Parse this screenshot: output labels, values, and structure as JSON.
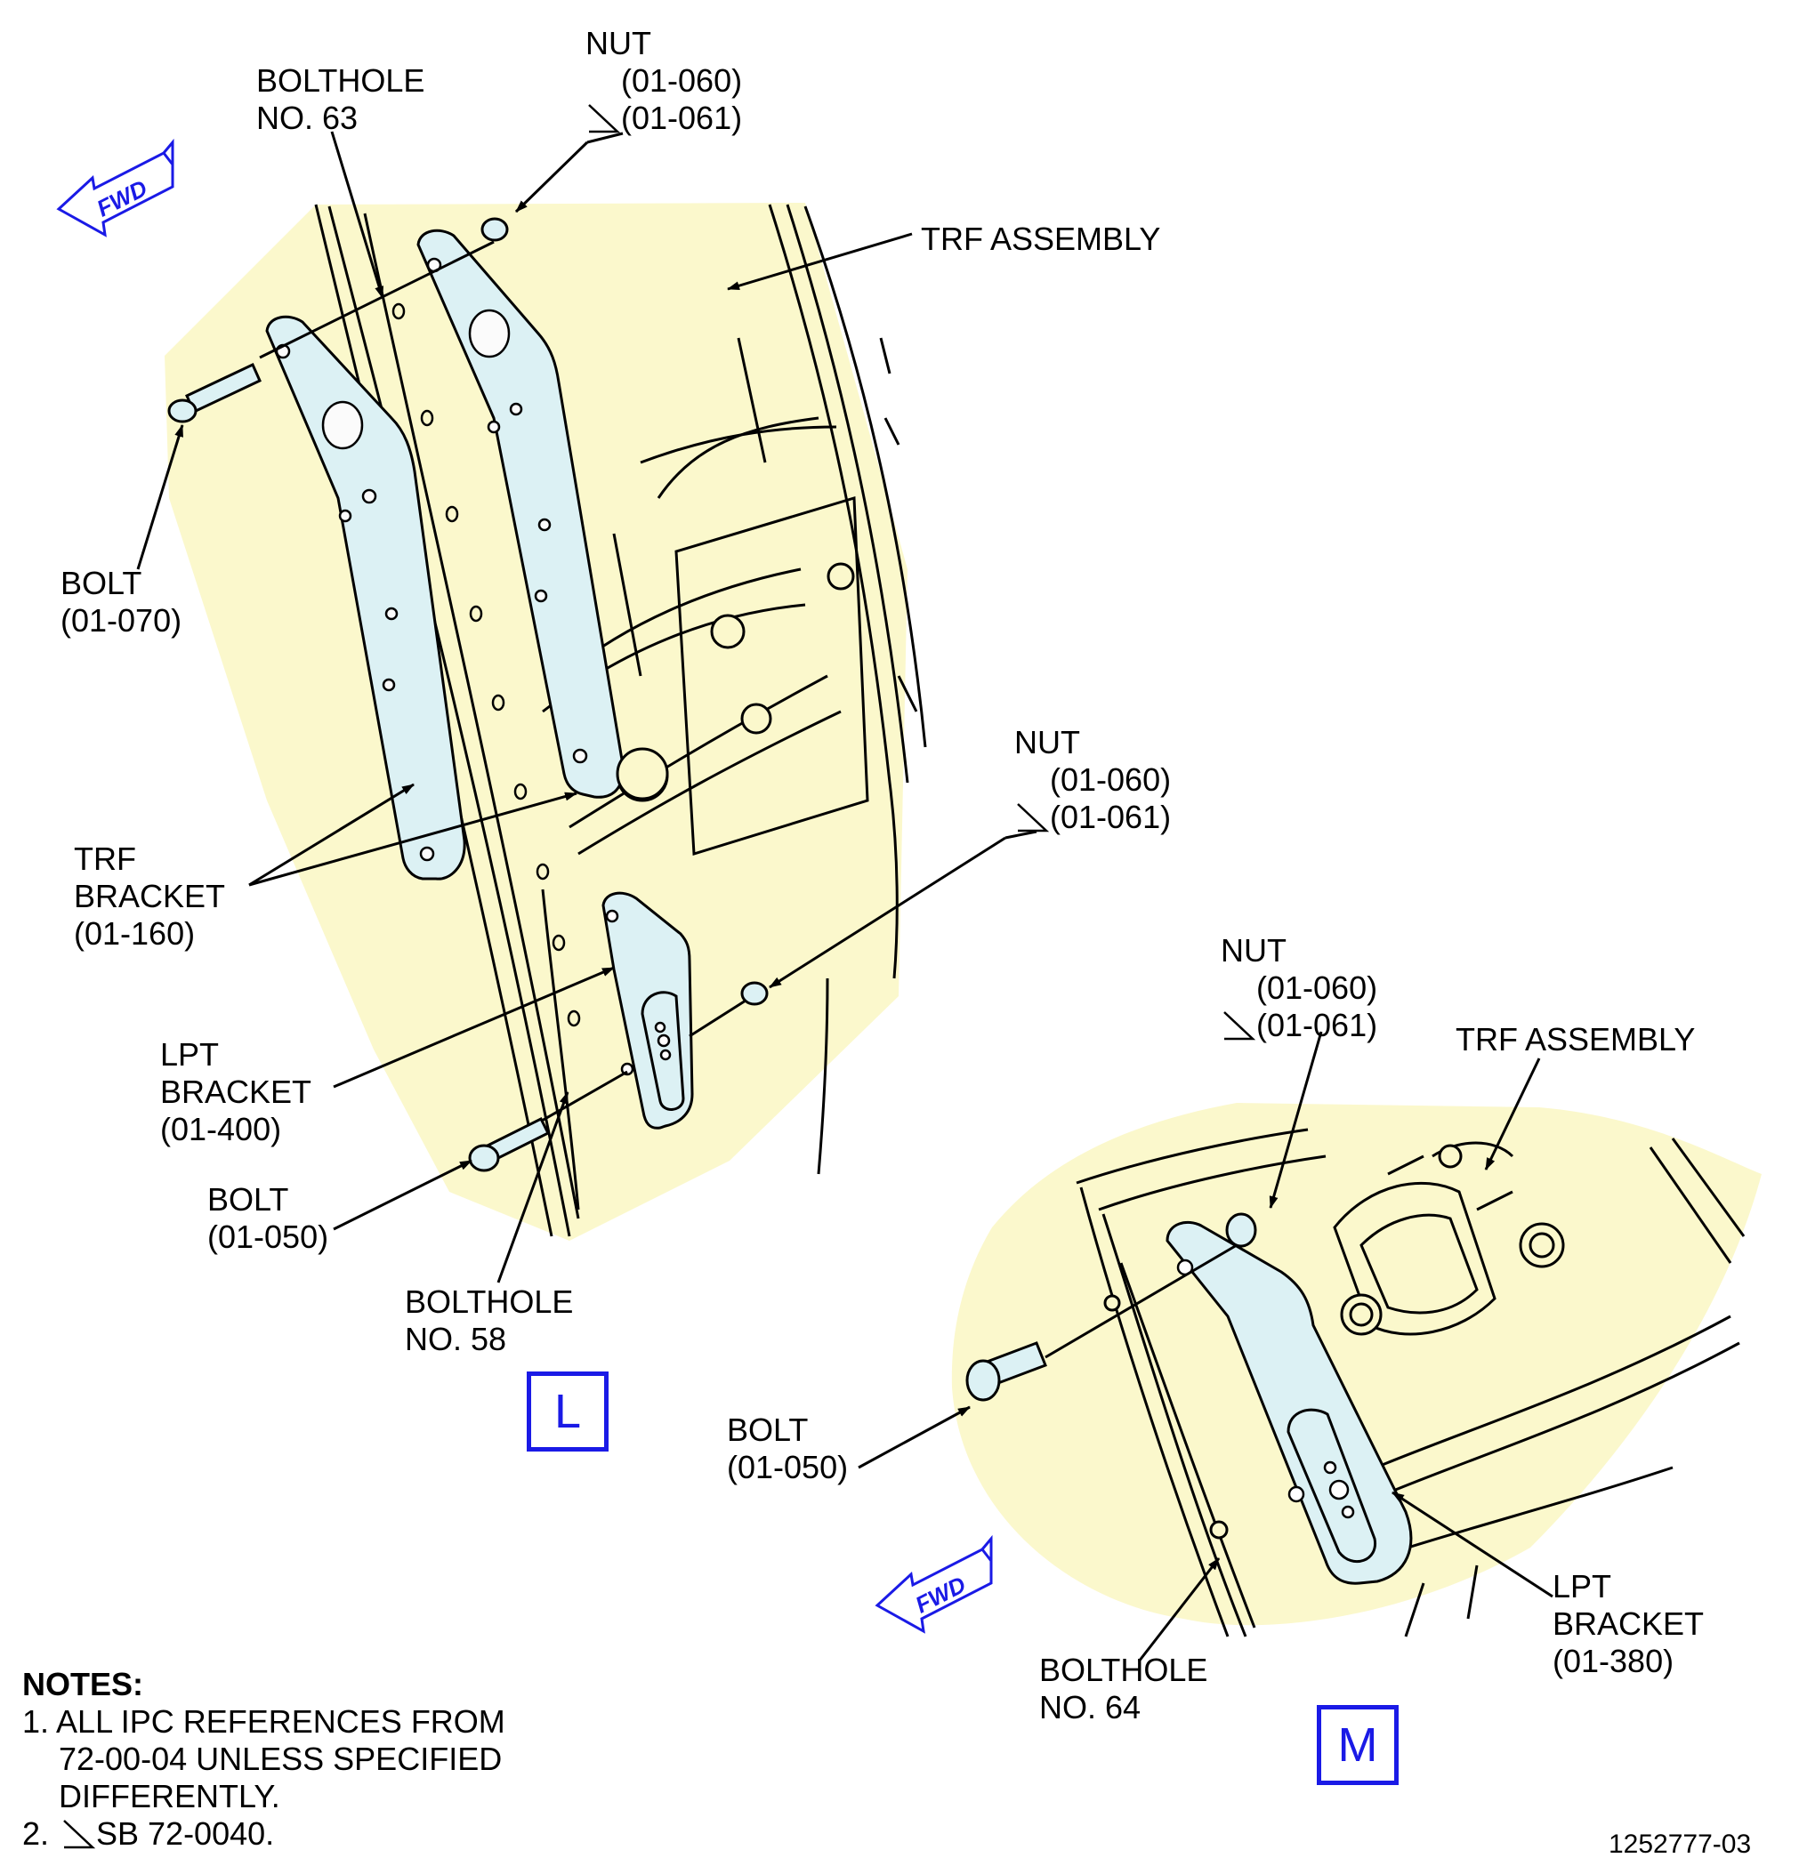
{
  "view_l": {
    "nut": {
      "title": "NUT",
      "ref1": "(01-060)",
      "ref2": "(01-061)"
    },
    "bolthole_top": {
      "line1": "BOLTHOLE",
      "line2": "NO. 63"
    },
    "trf_assembly": "TRF ASSEMBLY",
    "bolt_top": {
      "line1": "BOLT",
      "line2": "(01-070)"
    },
    "trf_bracket": {
      "line1": "TRF",
      "line2": "BRACKET",
      "line3": "(01-160)"
    },
    "nut_mid": {
      "title": "NUT",
      "ref1": "(01-060)",
      "ref2": "(01-061)"
    },
    "lpt_bracket": {
      "line1": "LPT",
      "line2": "BRACKET",
      "line3": "(01-400)"
    },
    "bolt_bottom": {
      "line1": "BOLT",
      "line2": "(01-050)"
    },
    "bolthole_bottom": {
      "line1": "BOLTHOLE",
      "line2": "NO. 58"
    },
    "view_letter": "L",
    "fwd": "FWD"
  },
  "view_m": {
    "nut": {
      "title": "NUT",
      "ref1": "(01-060)",
      "ref2": "(01-061)"
    },
    "trf_assembly": "TRF ASSEMBLY",
    "bolt": {
      "line1": "BOLT",
      "line2": "(01-050)"
    },
    "lpt_bracket": {
      "line1": "LPT",
      "line2": "BRACKET",
      "line3": "(01-380)"
    },
    "bolthole": {
      "line1": "BOLTHOLE",
      "line2": "NO. 64"
    },
    "view_letter": "M",
    "fwd": "FWD"
  },
  "notes": {
    "title": "NOTES:",
    "n1_line1": "1. ALL IPC REFERENCES FROM",
    "n1_line2": "72-00-04 UNLESS SPECIFIED",
    "n1_line3": "DIFFERENTLY.",
    "n2_prefix": "2.",
    "n2_text": "SB 72-0040."
  },
  "figure_id": "1252777-03",
  "colors": {
    "background_fill": "#fbf8cc",
    "part_fill": "#dcf1f4",
    "line": "#000000",
    "reference_blue": "#1a1ae6"
  }
}
